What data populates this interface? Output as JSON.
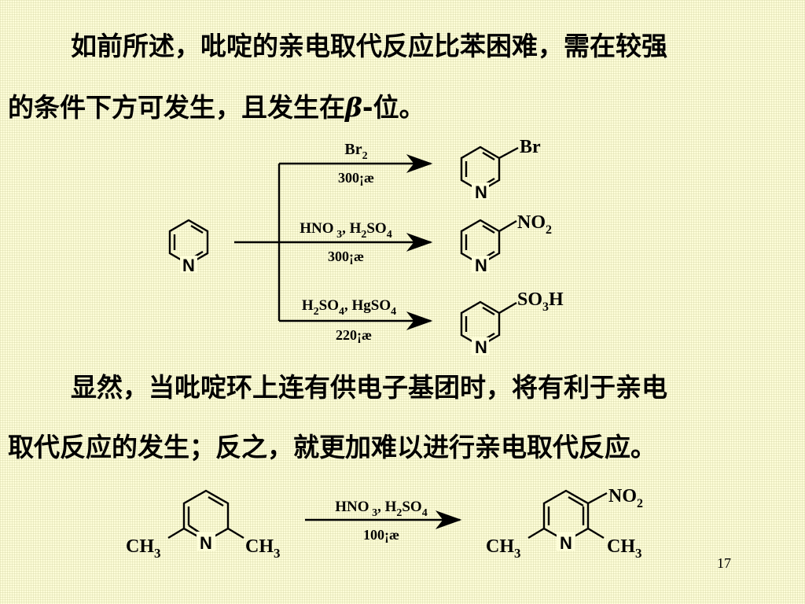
{
  "paragraph1": {
    "line1": "如前所述，吡啶的亲电取代反应比苯困难，需在较强",
    "line2_prefix": "的条件下方可发生，且发生在",
    "beta": "β",
    "line2_suffix": "-位。"
  },
  "scheme1": {
    "reactant_n": "N",
    "reactions": [
      {
        "reagent_html": "Br<tspan dy='6' font-size='14'>2</tspan>",
        "condition": "300¡æ",
        "product_n": "N",
        "substituent_html": "Br"
      },
      {
        "reagent_html": "HNO<tspan dy='6' font-size='14'> 3</tspan><tspan dy='-6'>, H</tspan><tspan dy='6' font-size='14'>2</tspan><tspan dy='-6'>SO</tspan><tspan dy='6' font-size='14'>4</tspan>",
        "condition": "300¡æ",
        "product_n": "N",
        "substituent_html": "NO<tspan dy='7' font-size='16'>2</tspan>"
      },
      {
        "reagent_html": "H<tspan dy='6' font-size='14'>2</tspan><tspan dy='-6'>SO</tspan><tspan dy='6' font-size='14'>4</tspan><tspan dy='-6'>, HgSO</tspan><tspan dy='6' font-size='14'>4</tspan>",
        "condition": "220¡æ",
        "product_n": "N",
        "substituent_html": "SO<tspan dy='7' font-size='16'>3</tspan><tspan dy='-7'>H</tspan>"
      }
    ]
  },
  "paragraph2": {
    "line1": "显然，当吡啶环上连有供电子基团时，将有利于亲电",
    "line2": "取代反应的发生；反之，就更加难以进行亲电取代反应。"
  },
  "scheme2": {
    "reagent_html": "HNO<tspan dy='6' font-size='14'> 3</tspan><tspan dy='-6'>, H</tspan><tspan dy='6' font-size='14'>2</tspan><tspan dy='-6'>SO</tspan><tspan dy='6' font-size='14'>4</tspan>",
    "condition": "100¡æ",
    "n_label": "N",
    "methyl_html": "CH<tspan dy='7' font-size='17'>3</tspan>",
    "nitro_html": "NO<tspan dy='7' font-size='16'>2</tspan>"
  },
  "page_number": "17",
  "colors": {
    "background": "#fdfdd8",
    "ink": "#000000"
  }
}
